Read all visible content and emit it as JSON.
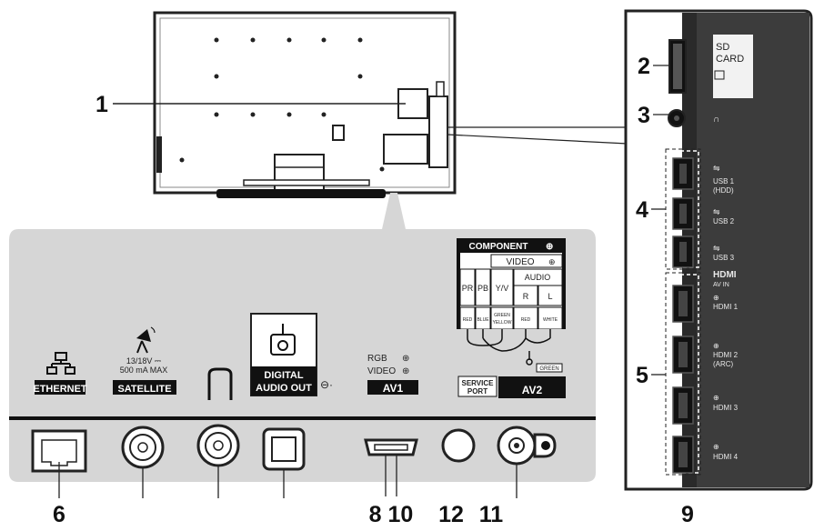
{
  "callouts": {
    "n1": "1",
    "n2": "2",
    "n3": "3",
    "n4": "4",
    "n5": "5",
    "n6": "6",
    "n8_10": "8 10",
    "n12": "12",
    "n11": "11",
    "n9": "9"
  },
  "ports": {
    "ethernet": "ETHERNET",
    "satellite": "SATELLITE",
    "satellite_spec_1": "13/18V ⎓",
    "satellite_spec_2": "500 mA MAX",
    "digital_audio_1": "DIGITAL",
    "digital_audio_2": "AUDIO OUT",
    "av1_rgb": "RGB",
    "av1_video": "VIDEO",
    "av1": "AV1",
    "service_1": "SERVICE",
    "service_2": "PORT",
    "av2": "AV2"
  },
  "component": {
    "title": "COMPONENT",
    "video": "VIDEO",
    "audio": "AUDIO",
    "pr": "PR",
    "pb": "PB",
    "yv": "Y/V",
    "r": "R",
    "l": "L",
    "red": "RED",
    "blue": "BLUE",
    "green_1": "GREEN",
    "green_2": "YELLOW",
    "red2": "RED",
    "white": "WHITE",
    "green_tag": "GREEN"
  },
  "side_panel": {
    "sd_1": "SD",
    "sd_2": "CARD",
    "usb1_1": "USB 1",
    "usb1_2": "(HDD)",
    "usb2": "USB 2",
    "usb3": "USB 3",
    "hdmi_logo": "HDMI",
    "hdmi_av": "AV IN",
    "hdmi1": "HDMI 1",
    "hdmi2_1": "HDMI 2",
    "hdmi2_2": "(ARC)",
    "hdmi3": "HDMI 3",
    "hdmi4": "HDMI 4"
  }
}
